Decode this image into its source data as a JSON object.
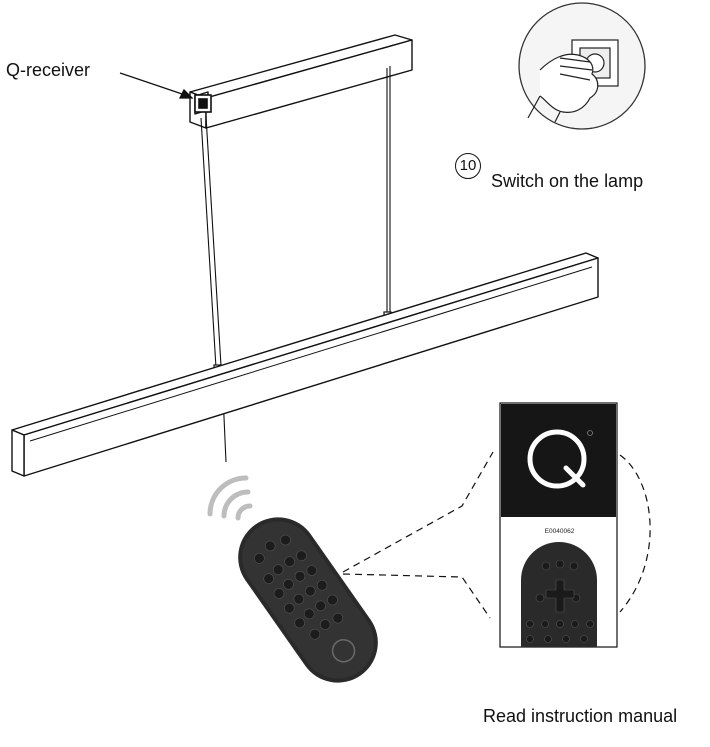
{
  "labels": {
    "q_receiver": "Q-receiver",
    "step_number": "10",
    "step_text": "Switch on the lamp",
    "manual_text": "Read instruction manual",
    "manual_code": "E0040062"
  },
  "icons": {
    "receiver": "receiver-box-icon",
    "wall_switch": "hand-pressing-switch-icon",
    "remote": "remote-control-icon",
    "signal": "wireless-signal-icon",
    "manual_logo": "q-logo-icon"
  },
  "colors": {
    "line": "#111111",
    "remote_body": "#2a2a2a",
    "manual_cover": "#161616",
    "signal": "#bdbdbd"
  }
}
